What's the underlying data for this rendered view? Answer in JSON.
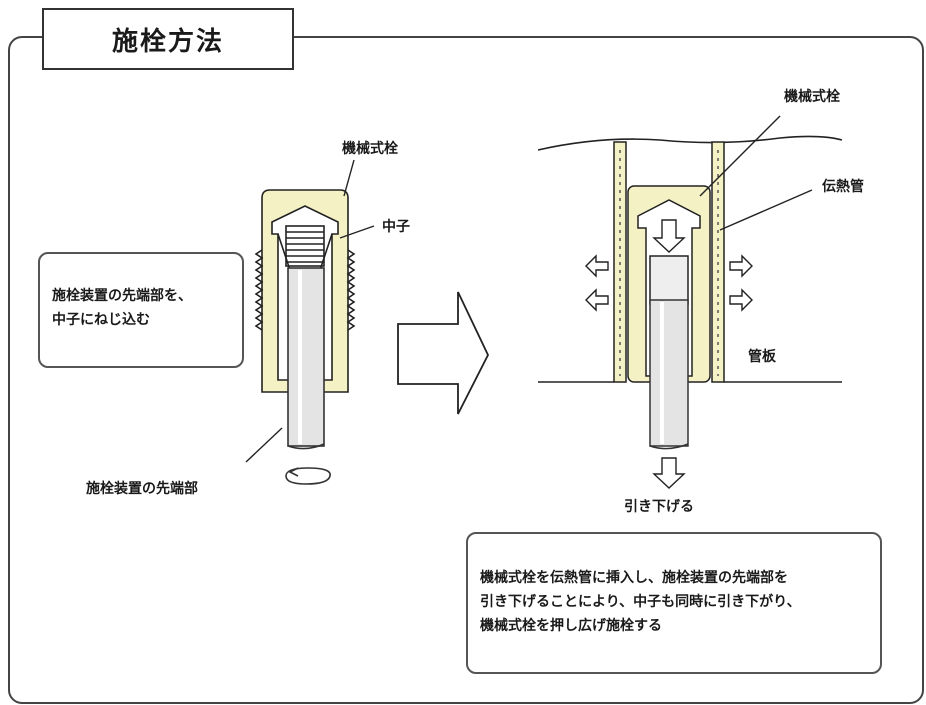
{
  "title": "施栓方法",
  "labels": {
    "plug_left": "機械式栓",
    "core": "中子",
    "tool_tip": "施栓装置の先端部",
    "plug_right": "機械式栓",
    "heat_tube": "伝熱管",
    "tube_sheet": "管板",
    "pull_down": "引き下げる"
  },
  "left_note": [
    "施栓装置の先端部を、",
    "中子にねじ込む"
  ],
  "right_note": [
    "機械式栓を伝熱管に挿入し、施栓装置の先端部を",
    "引き下げることにより、中子も同時に引き下がり、",
    "機械式栓を押し広げ施栓する"
  ],
  "colors": {
    "plug_fill": "#f4f1c4",
    "line": "#222222"
  }
}
